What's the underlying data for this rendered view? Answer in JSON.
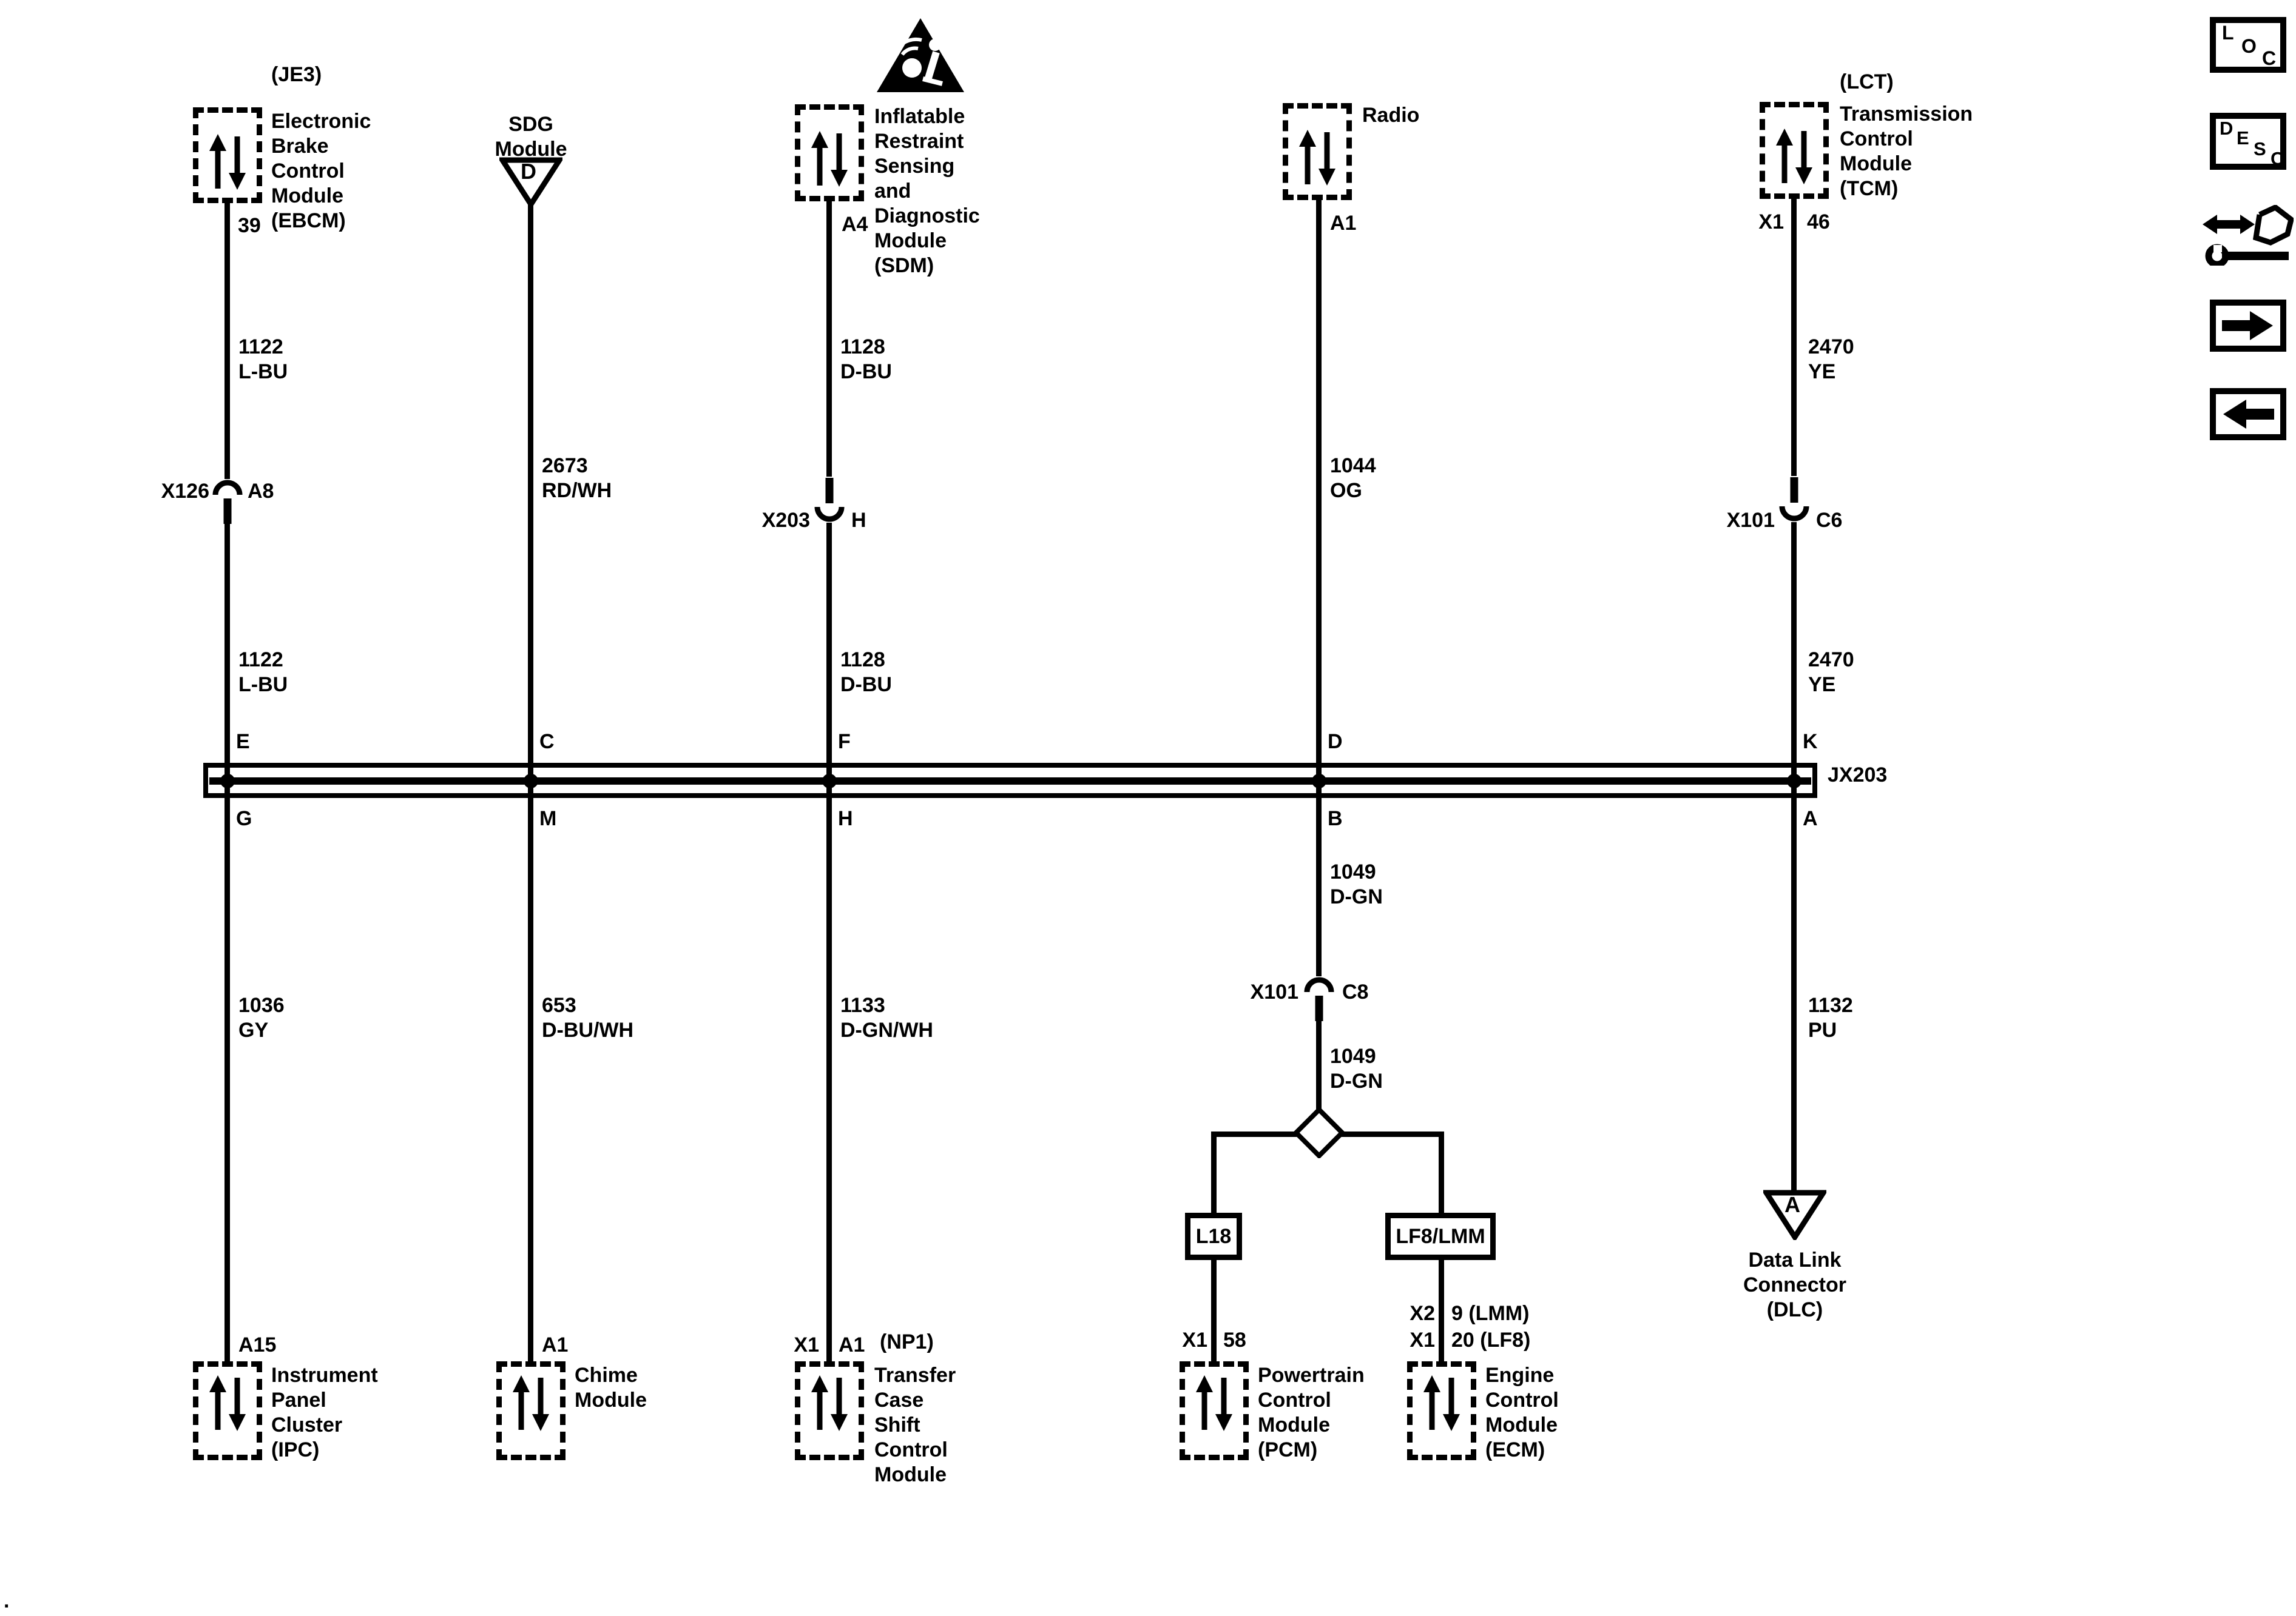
{
  "columns": {
    "c1": {
      "code": "(JE3)",
      "module_lines": [
        "Electronic",
        "Brake",
        "Control",
        "Module",
        "(EBCM)"
      ],
      "pin": "39",
      "wire_upper": {
        "circuit": "1122",
        "color": "L-BU"
      },
      "connector": {
        "name": "X126",
        "pin": "A8"
      },
      "wire_mid": {
        "circuit": "1122",
        "color": "L-BU"
      },
      "bus_pin_top": "E",
      "bus_pin_bottom": "G",
      "wire_lower": {
        "circuit": "1036",
        "color": "GY"
      },
      "bottom_pin": "A15",
      "bottom_module_lines": [
        "Instrument",
        "Panel",
        "Cluster",
        "(IPC)"
      ]
    },
    "c2": {
      "module_lines": [
        "SDG",
        "Module"
      ],
      "triangle_letter": "D",
      "wire_upper": {
        "circuit": "2673",
        "color": "RD/WH"
      },
      "bus_pin_top": "C",
      "bus_pin_bottom": "M",
      "wire_lower": {
        "circuit": "653",
        "color": "D-BU/WH"
      },
      "bottom_pin": "A1",
      "bottom_module_lines": [
        "Chime",
        "Module"
      ]
    },
    "c3": {
      "module_lines": [
        "Inflatable",
        "Restraint",
        "Sensing",
        "and",
        "Diagnostic",
        "Module",
        "(SDM)"
      ],
      "pin": "A4",
      "wire_upper": {
        "circuit": "1128",
        "color": "D-BU"
      },
      "connector": {
        "name": "X203",
        "pin": "H"
      },
      "wire_mid": {
        "circuit": "1128",
        "color": "D-BU"
      },
      "bus_pin_top": "F",
      "bus_pin_bottom": "H",
      "wire_lower": {
        "circuit": "1133",
        "color": "D-GN/WH"
      },
      "bottom_pin_left": "X1",
      "bottom_pin_right": "A1",
      "bottom_code": "(NP1)",
      "bottom_module_lines": [
        "Transfer",
        "Case",
        "Shift",
        "Control",
        "Module"
      ]
    },
    "c4": {
      "module_label": "Radio",
      "pin": "A1",
      "wire_upper": {
        "circuit": "1044",
        "color": "OG"
      },
      "bus_pin_top": "D",
      "bus_pin_bottom": "B",
      "wire_lower": {
        "circuit": "1049",
        "color": "D-GN"
      },
      "connector": {
        "name": "X101",
        "pin": "C8"
      },
      "wire_lower2": {
        "circuit": "1049",
        "color": "D-GN"
      },
      "branch_left": {
        "tag": "L18",
        "pin_left": "X1",
        "pin_right": "58",
        "module_lines": [
          "Powertrain",
          "Control",
          "Module",
          "(PCM)"
        ]
      },
      "branch_right": {
        "tag": "LF8/LMM",
        "pin_row1_left": "X2",
        "pin_row1_right": "9 (LMM)",
        "pin_row2_left": "X1",
        "pin_row2_right": "20 (LF8)",
        "module_lines": [
          "Engine",
          "Control",
          "Module",
          "(ECM)"
        ]
      }
    },
    "c5": {
      "code": "(LCT)",
      "module_lines": [
        "Transmission",
        "Control",
        "Module",
        "(TCM)"
      ],
      "pin_left": "X1",
      "pin_right": "46",
      "wire_upper": {
        "circuit": "2470",
        "color": "YE"
      },
      "connector": {
        "name": "X101",
        "pin": "C6"
      },
      "wire_mid": {
        "circuit": "2470",
        "color": "YE"
      },
      "bus_pin_top": "K",
      "bus_pin_bottom": "A",
      "wire_lower": {
        "circuit": "1132",
        "color": "PU"
      },
      "triangle_letter": "A",
      "bottom_module_lines": [
        "Data Link",
        "Connector",
        "(DLC)"
      ]
    }
  },
  "bus": {
    "label": "JX203"
  },
  "sidebar": {
    "loc": [
      "L",
      "O",
      "C"
    ],
    "desc": [
      "D",
      "E",
      "S",
      "C"
    ]
  },
  "footer_dot": ".",
  "line_color": "#000000",
  "background_color": "#ffffff"
}
